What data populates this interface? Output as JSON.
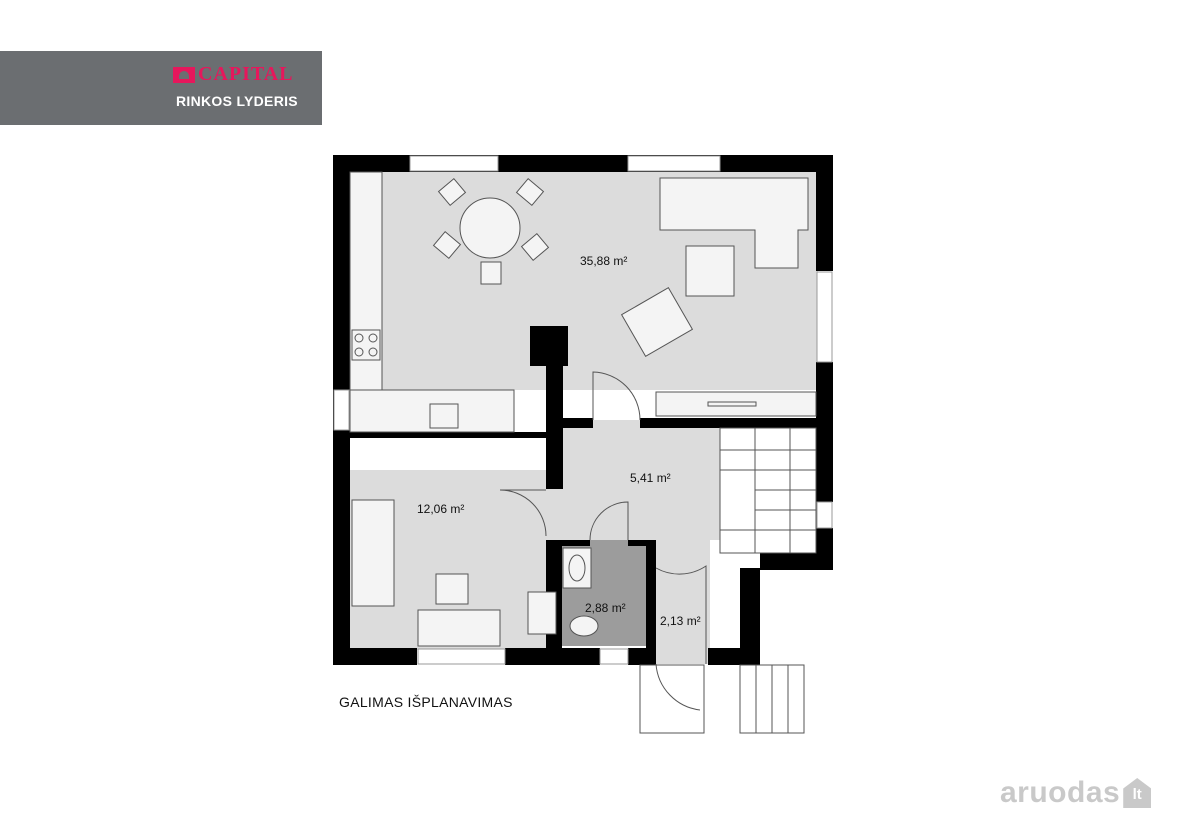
{
  "brand": {
    "logo_word": "CAPITAL",
    "tagline": "RINKOS LYDERIS",
    "colors": {
      "panel": "#6b6e71",
      "accent": "#e6175c"
    }
  },
  "rooms": [
    {
      "id": "living",
      "area": "35,88 m²"
    },
    {
      "id": "bedroom",
      "area": "12,06 m²"
    },
    {
      "id": "hall",
      "area": "5,41 m²"
    },
    {
      "id": "bathroom",
      "area": "2,88 m²"
    },
    {
      "id": "storage",
      "area": "2,13 m²"
    }
  ],
  "caption": "GALIMAS IŠPLANAVIMAS",
  "watermark": {
    "text": "aruodas",
    "suffix": "lt"
  },
  "colors": {
    "wall": "#000000",
    "floor": "#dcdcdc",
    "bath_floor": "#9c9c9c",
    "furniture": "#f4f4f4"
  }
}
